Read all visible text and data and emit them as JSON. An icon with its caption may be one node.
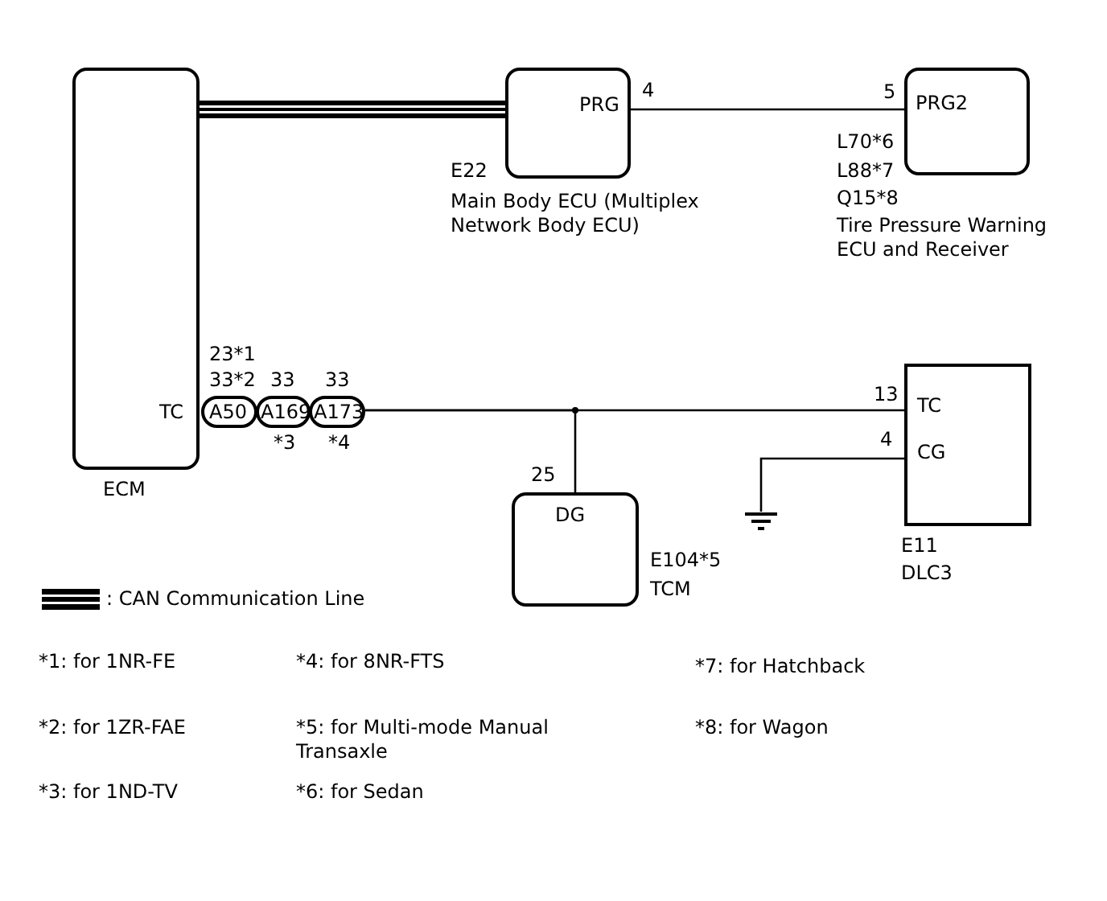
{
  "diagram": {
    "nodes": [
      {
        "text": [
          "TC"
        ],
        "beside": [
          "ECM"
        ]
      },
      {
        "text": [
          "PRG"
        ],
        "beside": [
          "E22",
          "Main Body ECU (Multiplex Network Body ECU)"
        ]
      },
      {
        "text": [
          "PRG2"
        ],
        "beside": [
          "L70*6",
          "L88*7",
          "Q15*8",
          "Tire Pressure Warning ECU and Receiver"
        ]
      },
      {
        "text": [
          "A50"
        ],
        "beside": [
          "23*1",
          "33*2"
        ]
      },
      {
        "text": [
          "A169"
        ],
        "beside": [
          "33",
          "*3"
        ]
      },
      {
        "text": [
          "A173"
        ],
        "beside": [
          "33",
          "*4"
        ]
      },
      {
        "text": [
          "TC",
          "CG"
        ],
        "beside": [
          "E11",
          "DLC3"
        ]
      },
      {
        "text": [
          "DG"
        ],
        "beside": [
          "E104*5",
          "TCM"
        ]
      },
      {
        "text": [],
        "shape": "ground"
      }
    ],
    "edges": [
      {
        "from": 0,
        "to": 1,
        "arrow": "none",
        "style": "thick"
      },
      {
        "from": 1,
        "to": 2,
        "arrow": "none"
      },
      {
        "from": 5,
        "to": 6,
        "arrow": "none"
      },
      {
        "from": 5,
        "to": 7,
        "arrow": "none"
      },
      {
        "from": 6,
        "to": 8,
        "arrow": "none"
      }
    ],
    "labels": [
      "4",
      "5",
      "13",
      "4",
      "25",
      "*1: for 1NR-FE",
      "*4: for 8NR-FTS",
      "*7: for Hatchback",
      "*2: for 1ZR-FAE",
      "*5: for Multi-mode Manual Transaxle",
      "*8: for Wagon",
      "*3: for 1ND-TV",
      "*6: for Sedan"
    ],
    "legend": [
      {
        "text": ": CAN Communication Line"
      }
    ]
  }
}
